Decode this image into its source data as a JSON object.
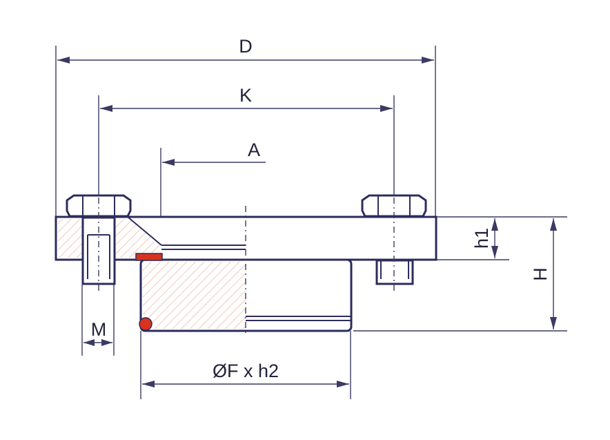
{
  "labels": {
    "D": "D",
    "K": "K",
    "A": "A",
    "h1": "h1",
    "H": "H",
    "M": "M",
    "F": "ØF x h2"
  },
  "colors": {
    "outline": "#2c2c5c",
    "dimension": "#3a3a64",
    "hatch": "#e8a58a",
    "seal": "#d8331f",
    "background": "#ffffff"
  }
}
